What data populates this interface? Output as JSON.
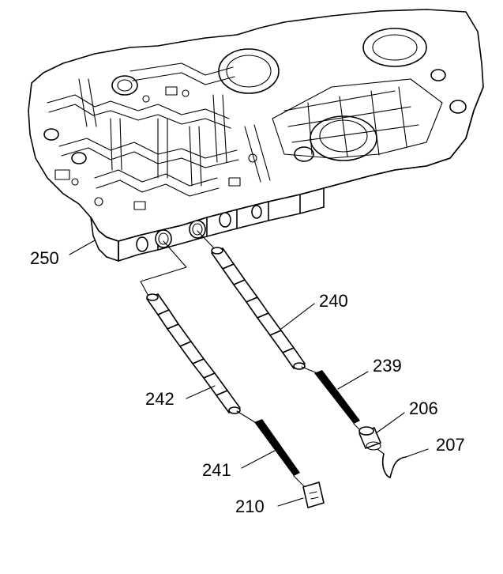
{
  "labels": {
    "valve_body": "250",
    "valve_upper": "240",
    "spring_upper": "239",
    "plug": "206",
    "retainer_clip": "207",
    "valve_lower": "242",
    "spring_lower": "241",
    "retainer_plate": "210"
  }
}
